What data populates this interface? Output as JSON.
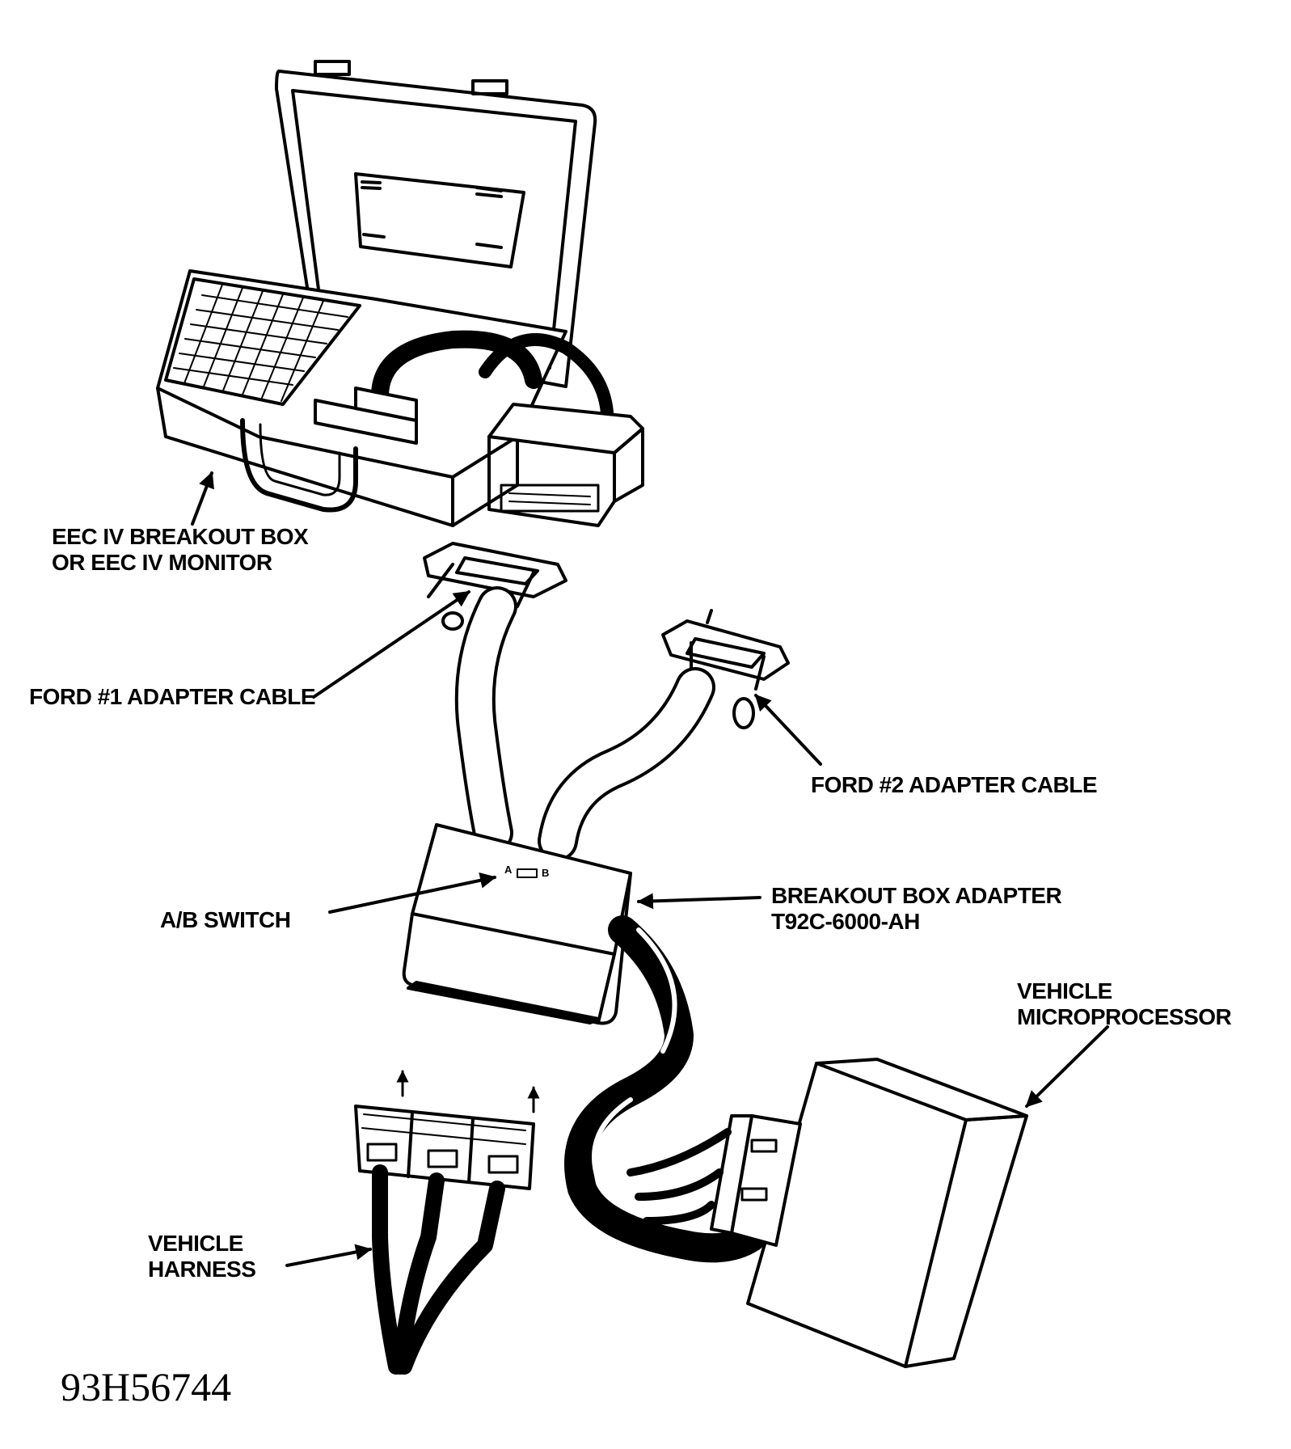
{
  "labels": {
    "breakout_box": [
      "EEC IV BREAKOUT BOX",
      "OR EEC IV MONITOR"
    ],
    "ford1": "FORD #1 ADAPTER CABLE",
    "ford2": "FORD #2 ADAPTER CABLE",
    "ab_switch": "A/B SWITCH",
    "adapter": [
      "BREAKOUT BOX ADAPTER",
      "T92C-6000-AH"
    ],
    "microprocessor": [
      "VEHICLE",
      "MICROPROCESSOR"
    ],
    "harness": [
      "VEHICLE",
      "HARNESS"
    ],
    "switch_a": "A",
    "switch_b": "B"
  },
  "figure_id": "93H56744",
  "colors": {
    "ink": "#000000",
    "paper": "#ffffff"
  }
}
